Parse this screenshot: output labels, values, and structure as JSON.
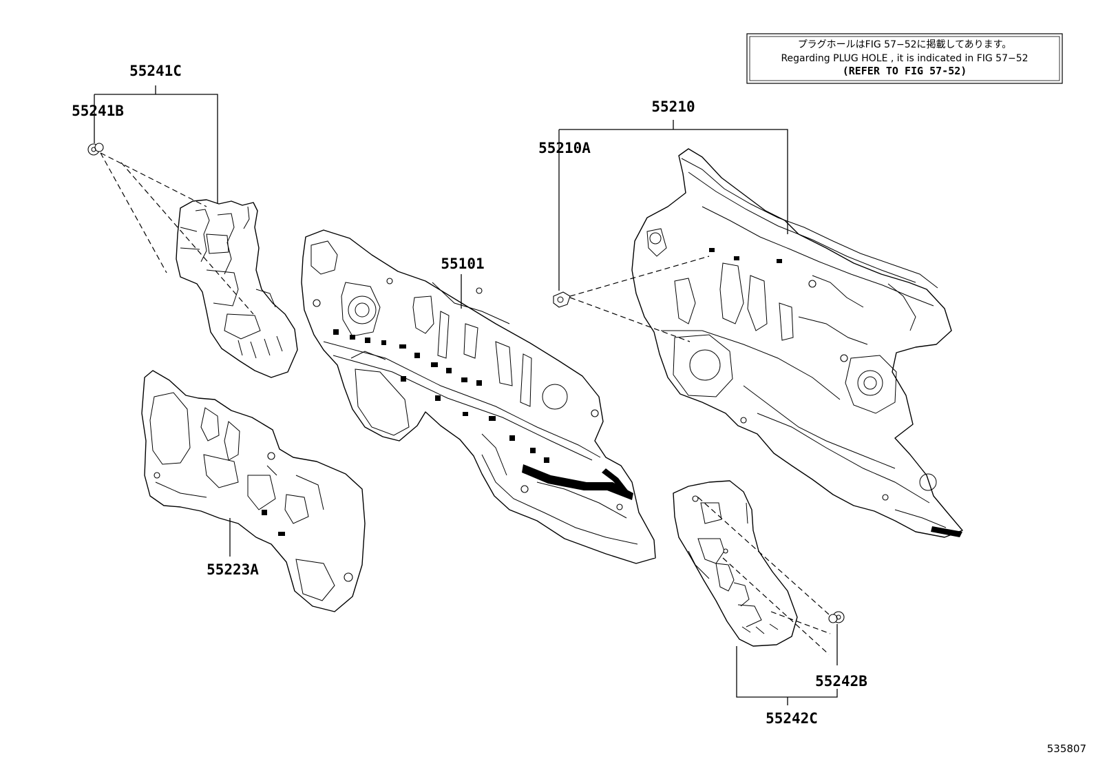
{
  "note": {
    "japanese": "プラグホールはFIG 57−52に掲載してあります。",
    "english": "Regarding  PLUG  HOLE , it is indicated in FIG  57−52",
    "refer": "(REFER TO FIG 57-52)"
  },
  "parts": {
    "p55241C": "55241C",
    "p55241B": "55241B",
    "p55223A": "55223A",
    "p55101": "55101",
    "p55210": "55210",
    "p55210A": "55210A",
    "p55242B": "55242B",
    "p55242C": "55242C"
  },
  "figure_number": "535807"
}
